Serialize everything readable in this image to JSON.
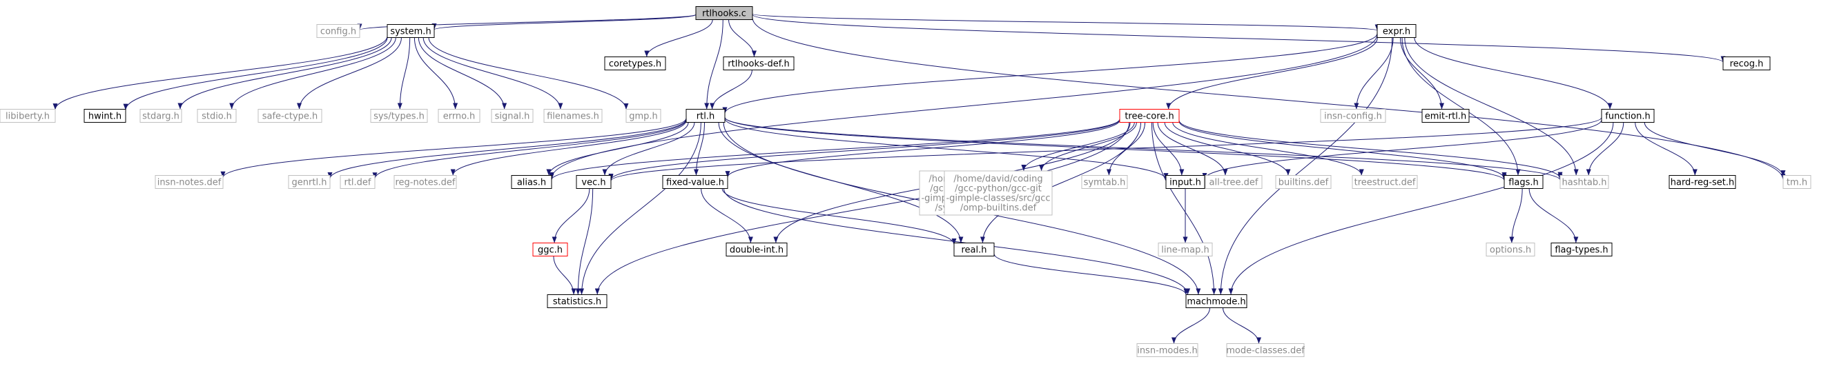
{
  "graph": {
    "colors": {
      "edge": "#191970",
      "border_strong": "#000000",
      "border_missing": "#bfbfbf",
      "border_truncated": "#ff0000",
      "root_fill": "#bfbfbf",
      "text": "#000000",
      "text_missing": "#888888"
    },
    "nodes": [
      {
        "id": "rtlhooks_c",
        "label": "rtlhooks.c",
        "kind": "root"
      },
      {
        "id": "config_h",
        "label": "config.h",
        "kind": "missing"
      },
      {
        "id": "system_h",
        "label": "system.h",
        "kind": "normal"
      },
      {
        "id": "coretypes_h",
        "label": "coretypes.h",
        "kind": "normal"
      },
      {
        "id": "rtlhooks_def_h",
        "label": "rtlhooks-def.h",
        "kind": "normal"
      },
      {
        "id": "expr_h",
        "label": "expr.h",
        "kind": "normal"
      },
      {
        "id": "recog_h",
        "label": "recog.h",
        "kind": "normal"
      },
      {
        "id": "libiberty_h",
        "label": "libiberty.h",
        "kind": "missing"
      },
      {
        "id": "hwint_h",
        "label": "hwint.h",
        "kind": "normal"
      },
      {
        "id": "stdarg_h",
        "label": "stdarg.h",
        "kind": "missing"
      },
      {
        "id": "stdio_h",
        "label": "stdio.h",
        "kind": "missing"
      },
      {
        "id": "safe_ctype_h",
        "label": "safe-ctype.h",
        "kind": "missing"
      },
      {
        "id": "sys_types_h",
        "label": "sys/types.h",
        "kind": "missing"
      },
      {
        "id": "errno_h",
        "label": "errno.h",
        "kind": "missing"
      },
      {
        "id": "signal_h",
        "label": "signal.h",
        "kind": "missing"
      },
      {
        "id": "filenames_h",
        "label": "filenames.h",
        "kind": "missing"
      },
      {
        "id": "gmp_h",
        "label": "gmp.h",
        "kind": "missing"
      },
      {
        "id": "rtl_h",
        "label": "rtl.h",
        "kind": "normal"
      },
      {
        "id": "tree_core_h",
        "label": "tree-core.h",
        "kind": "truncated"
      },
      {
        "id": "insn_config_h",
        "label": "insn-config.h",
        "kind": "missing"
      },
      {
        "id": "emit_rtl_h",
        "label": "emit-rtl.h",
        "kind": "normal"
      },
      {
        "id": "function_h",
        "label": "function.h",
        "kind": "normal"
      },
      {
        "id": "insn_notes_def",
        "label": "insn-notes.def",
        "kind": "missing"
      },
      {
        "id": "genrtl_h",
        "label": "genrtl.h",
        "kind": "missing"
      },
      {
        "id": "rtl_def",
        "label": "rtl.def",
        "kind": "missing"
      },
      {
        "id": "reg_notes_def",
        "label": "reg-notes.def",
        "kind": "missing"
      },
      {
        "id": "alias_h",
        "label": "alias.h",
        "kind": "normal"
      },
      {
        "id": "vec_h",
        "label": "vec.h",
        "kind": "normal"
      },
      {
        "id": "fixed_value_h",
        "label": "fixed-value.h",
        "kind": "normal"
      },
      {
        "id": "sync_builtins_def",
        "label": "/home/david/coding\n/gcc-python/gcc-git\n-gimple-classes/src/gcc\n/sync-builtins.def",
        "kind": "missing"
      },
      {
        "id": "omp_builtins_def",
        "label": "/home/david/coding\n/gcc-python/gcc-git\n-gimple-classes/src/gcc\n/omp-builtins.def",
        "kind": "missing"
      },
      {
        "id": "symtab_h",
        "label": "symtab.h",
        "kind": "missing"
      },
      {
        "id": "input_h",
        "label": "input.h",
        "kind": "normal"
      },
      {
        "id": "all_tree_def",
        "label": "all-tree.def",
        "kind": "missing"
      },
      {
        "id": "builtins_def",
        "label": "builtins.def",
        "kind": "missing"
      },
      {
        "id": "treestruct_def",
        "label": "treestruct.def",
        "kind": "missing"
      },
      {
        "id": "flags_h",
        "label": "flags.h",
        "kind": "normal"
      },
      {
        "id": "hashtab_h",
        "label": "hashtab.h",
        "kind": "missing"
      },
      {
        "id": "hard_reg_set_h",
        "label": "hard-reg-set.h",
        "kind": "normal"
      },
      {
        "id": "tm_h",
        "label": "tm.h",
        "kind": "missing"
      },
      {
        "id": "ggc_h",
        "label": "ggc.h",
        "kind": "truncated"
      },
      {
        "id": "double_int_h",
        "label": "double-int.h",
        "kind": "normal"
      },
      {
        "id": "real_h",
        "label": "real.h",
        "kind": "normal"
      },
      {
        "id": "line_map_h",
        "label": "line-map.h",
        "kind": "missing"
      },
      {
        "id": "options_h",
        "label": "options.h",
        "kind": "missing"
      },
      {
        "id": "flag_types_h",
        "label": "flag-types.h",
        "kind": "normal"
      },
      {
        "id": "statistics_h",
        "label": "statistics.h",
        "kind": "normal"
      },
      {
        "id": "machmode_h",
        "label": "machmode.h",
        "kind": "normal"
      },
      {
        "id": "insn_modes_h",
        "label": "insn-modes.h",
        "kind": "missing"
      },
      {
        "id": "mode_classes_def",
        "label": "mode-classes.def",
        "kind": "missing"
      }
    ],
    "edges": [
      [
        "rtlhooks_c",
        "config_h"
      ],
      [
        "rtlhooks_c",
        "system_h"
      ],
      [
        "rtlhooks_c",
        "coretypes_h"
      ],
      [
        "rtlhooks_c",
        "rtlhooks_def_h"
      ],
      [
        "rtlhooks_c",
        "rtl_h"
      ],
      [
        "rtlhooks_c",
        "expr_h"
      ],
      [
        "rtlhooks_c",
        "recog_h"
      ],
      [
        "rtlhooks_c",
        "tm_h"
      ],
      [
        "system_h",
        "libiberty_h"
      ],
      [
        "system_h",
        "hwint_h"
      ],
      [
        "system_h",
        "stdarg_h"
      ],
      [
        "system_h",
        "stdio_h"
      ],
      [
        "system_h",
        "safe_ctype_h"
      ],
      [
        "system_h",
        "sys_types_h"
      ],
      [
        "system_h",
        "errno_h"
      ],
      [
        "system_h",
        "signal_h"
      ],
      [
        "system_h",
        "filenames_h"
      ],
      [
        "system_h",
        "gmp_h"
      ],
      [
        "rtlhooks_def_h",
        "rtl_h"
      ],
      [
        "expr_h",
        "rtl_h"
      ],
      [
        "expr_h",
        "tree_core_h"
      ],
      [
        "expr_h",
        "insn_config_h"
      ],
      [
        "expr_h",
        "emit_rtl_h"
      ],
      [
        "expr_h",
        "function_h"
      ],
      [
        "expr_h",
        "alias_h"
      ],
      [
        "expr_h",
        "flags_h"
      ],
      [
        "expr_h",
        "machmode_h"
      ],
      [
        "expr_h",
        "hashtab_h"
      ],
      [
        "rtl_h",
        "insn_notes_def"
      ],
      [
        "rtl_h",
        "genrtl_h"
      ],
      [
        "rtl_h",
        "rtl_def"
      ],
      [
        "rtl_h",
        "reg_notes_def"
      ],
      [
        "rtl_h",
        "alias_h"
      ],
      [
        "rtl_h",
        "vec_h"
      ],
      [
        "rtl_h",
        "fixed_value_h"
      ],
      [
        "rtl_h",
        "input_h"
      ],
      [
        "rtl_h",
        "flags_h"
      ],
      [
        "rtl_h",
        "hashtab_h"
      ],
      [
        "rtl_h",
        "real_h"
      ],
      [
        "rtl_h",
        "statistics_h"
      ],
      [
        "rtl_h",
        "machmode_h"
      ],
      [
        "tree_core_h",
        "alias_h"
      ],
      [
        "tree_core_h",
        "vec_h"
      ],
      [
        "tree_core_h",
        "fixed_value_h"
      ],
      [
        "tree_core_h",
        "sync_builtins_def"
      ],
      [
        "tree_core_h",
        "omp_builtins_def"
      ],
      [
        "tree_core_h",
        "symtab_h"
      ],
      [
        "tree_core_h",
        "input_h"
      ],
      [
        "tree_core_h",
        "all_tree_def"
      ],
      [
        "tree_core_h",
        "builtins_def"
      ],
      [
        "tree_core_h",
        "treestruct_def"
      ],
      [
        "tree_core_h",
        "flags_h"
      ],
      [
        "tree_core_h",
        "hashtab_h"
      ],
      [
        "tree_core_h",
        "statistics_h"
      ],
      [
        "tree_core_h",
        "double_int_h"
      ],
      [
        "tree_core_h",
        "real_h"
      ],
      [
        "tree_core_h",
        "machmode_h"
      ],
      [
        "function_h",
        "input_h"
      ],
      [
        "function_h",
        "hashtab_h"
      ],
      [
        "function_h",
        "hard_reg_set_h"
      ],
      [
        "function_h",
        "tm_h"
      ],
      [
        "function_h",
        "machmode_h"
      ],
      [
        "function_h",
        "vec_h"
      ],
      [
        "vec_h",
        "ggc_h"
      ],
      [
        "vec_h",
        "statistics_h"
      ],
      [
        "ggc_h",
        "statistics_h"
      ],
      [
        "fixed_value_h",
        "double_int_h"
      ],
      [
        "fixed_value_h",
        "real_h"
      ],
      [
        "fixed_value_h",
        "machmode_h"
      ],
      [
        "real_h",
        "machmode_h"
      ],
      [
        "input_h",
        "line_map_h"
      ],
      [
        "flags_h",
        "options_h"
      ],
      [
        "flags_h",
        "flag_types_h"
      ],
      [
        "machmode_h",
        "insn_modes_h"
      ],
      [
        "machmode_h",
        "mode_classes_def"
      ]
    ]
  }
}
